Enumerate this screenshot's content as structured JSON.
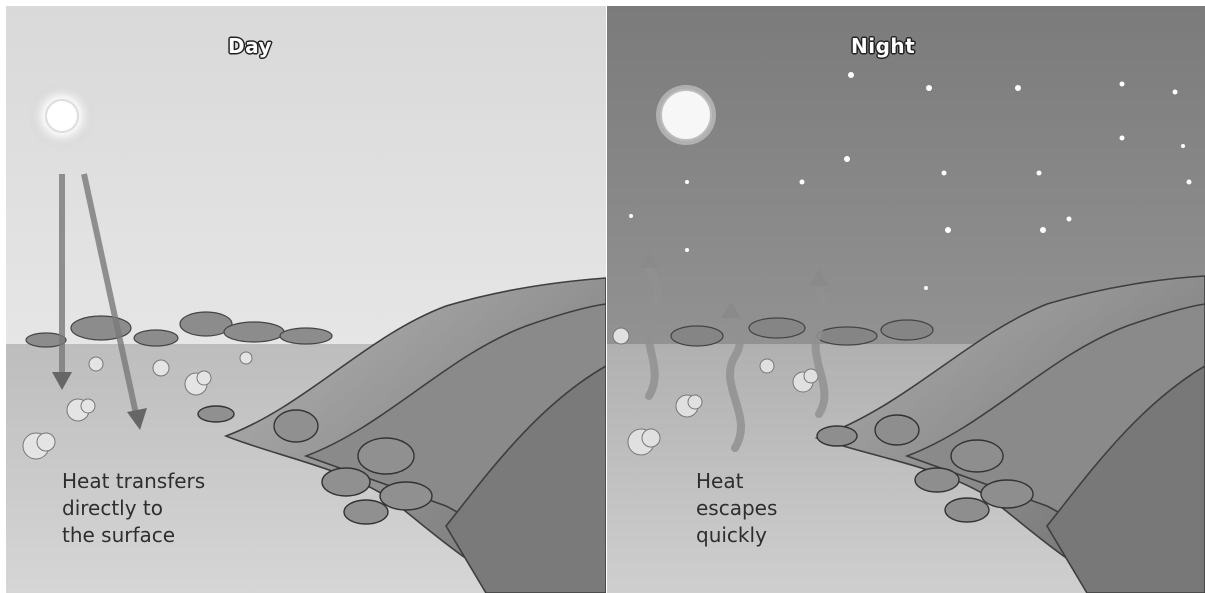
{
  "panels": {
    "day": {
      "title": "Day",
      "caption": [
        "Heat transfers",
        "directly to",
        "the surface"
      ]
    },
    "night": {
      "title": "Night",
      "caption": [
        "Heat",
        "escapes",
        "quickly"
      ]
    }
  },
  "colors": {
    "day_sky": "#e6e6e6",
    "night_sky": "#8a8a8a",
    "ground": "#c9c9c9",
    "dune": "#9a9a9a",
    "arrow": "#666666"
  },
  "icons": {
    "day_light_source": "sun-icon",
    "night_light_source": "moon-icon",
    "night_sky_marks": "star-icon",
    "heat_in": "arrow-down-icon",
    "heat_out": "wavy-arrow-up-icon"
  }
}
